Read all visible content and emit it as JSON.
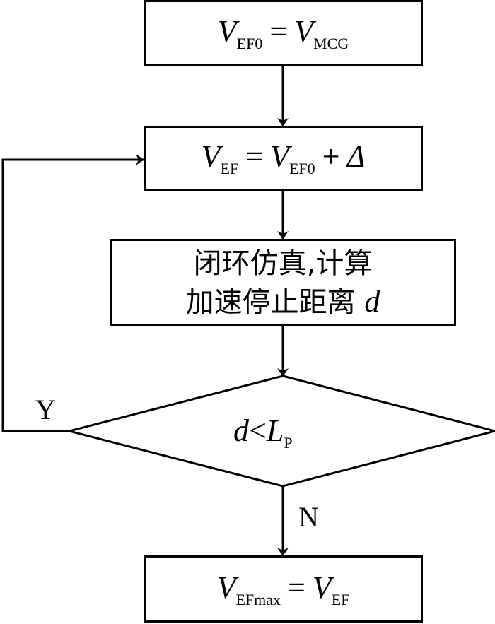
{
  "nodes": {
    "init": {
      "lhs": "V",
      "lhs_sub": "EF0",
      "op": "=",
      "rhs": "V",
      "rhs_sub": "MCG"
    },
    "update": {
      "lhs": "V",
      "lhs_sub": "EF",
      "op": "=",
      "rhs": "V",
      "rhs_sub": "EF0",
      "plus": "+",
      "delta": "Δ"
    },
    "simulate": {
      "line1": "闭环仿真,计算",
      "line2": "加速停止距离",
      "var": "d"
    },
    "decision": {
      "lhs": "d",
      "op": "<",
      "rhs": "L",
      "rhs_sub": "P"
    },
    "result": {
      "lhs": "V",
      "lhs_sub": "EFmax",
      "op": "=",
      "rhs": "V",
      "rhs_sub": "EF"
    }
  },
  "edges": {
    "yes_label": "Y",
    "no_label": "N"
  }
}
